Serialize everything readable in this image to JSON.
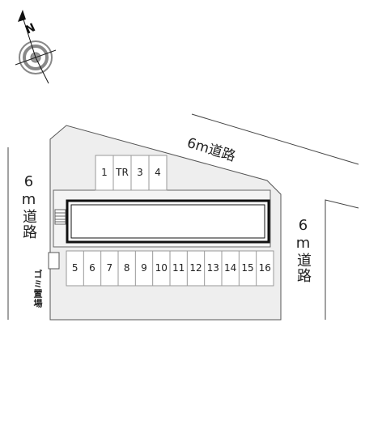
{
  "compass": {
    "label": "N",
    "icon": "north-arrow-compass-icon"
  },
  "roads": {
    "top": "6m道路",
    "left": "6m道路",
    "right": "6m道路"
  },
  "garbage": "ゴミ置場",
  "parking_top": [
    "1",
    "TR",
    "3",
    "4"
  ],
  "parking_bottom": [
    "5",
    "6",
    "7",
    "8",
    "9",
    "10",
    "11",
    "12",
    "13",
    "14",
    "15",
    "16"
  ],
  "colors": {
    "lot": "#eeeeee",
    "line": "#555555",
    "building": "#ffffff"
  }
}
